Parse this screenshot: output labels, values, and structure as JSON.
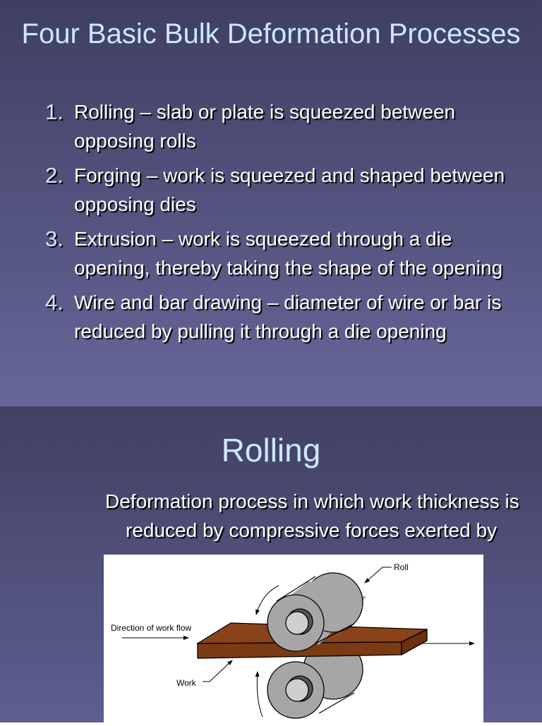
{
  "slide1": {
    "title": "Four Basic Bulk Deformation Processes",
    "items": [
      {
        "number": "1.",
        "text": "Rolling – slab or plate is squeezed between opposing rolls"
      },
      {
        "number": "2.",
        "text": "Forging – work is squeezed and shaped between opposing dies"
      },
      {
        "number": "3.",
        "text": "Extrusion – work is squeezed through a die opening, thereby taking the shape of the opening"
      },
      {
        "number": "4.",
        "text": "Wire and bar drawing – diameter of wire or bar is reduced by pulling it through a die opening"
      }
    ]
  },
  "slide2": {
    "title": "Rolling",
    "body": "Deformation process in which work thickness is reduced by compressive forces exerted by",
    "figure": {
      "label_roll": "Roll",
      "label_direction": "Direction of work flow",
      "label_work": "Work",
      "colors": {
        "work": "#7a3a14",
        "roll": "#a6a6a6",
        "hub": "#cfcfcf"
      }
    }
  }
}
